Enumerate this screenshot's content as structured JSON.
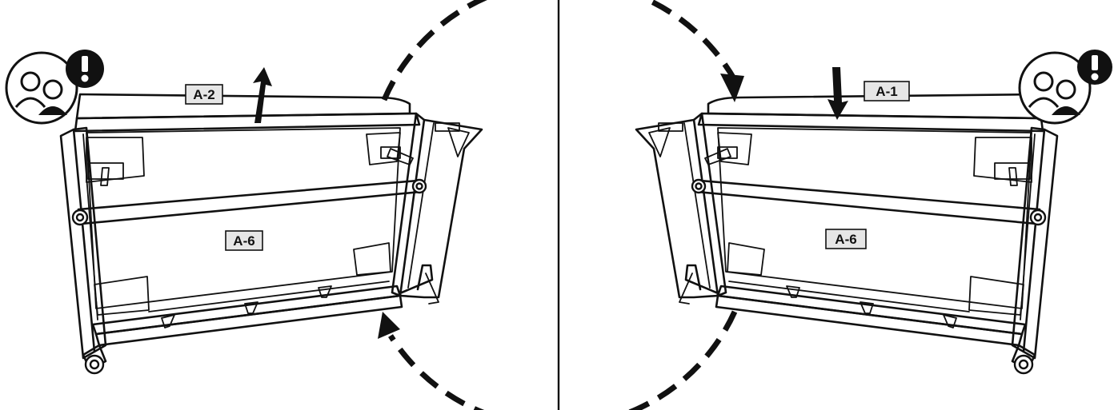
{
  "left_panel": {
    "top_rail_label": "A-2",
    "panel_label": "A-6",
    "lift_direction": "up",
    "warning_icon": "two-person-warning-icon"
  },
  "right_panel": {
    "top_rail_label": "A-1",
    "panel_label": "A-6",
    "lift_direction": "down",
    "warning_icon": "two-person-warning-icon"
  },
  "rotation": {
    "icon": "rotate-clockwise-dashed-arrow",
    "stroke_color": "#111111"
  },
  "colors": {
    "label_fill": "#e6e6e6",
    "line": "#111111",
    "background": "#ffffff"
  }
}
